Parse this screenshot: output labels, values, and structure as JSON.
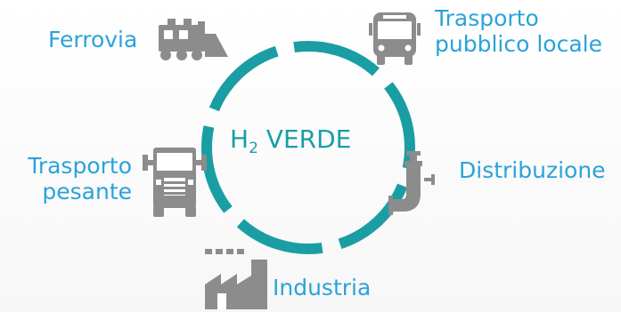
{
  "colors": {
    "ring": "#1a9ea3",
    "label": "#2aa3d9",
    "center_text": "#1a9ea3",
    "icon": "#8c8c8c"
  },
  "center": {
    "h_letter": "H",
    "subscript": "2",
    "word": "VERDE"
  },
  "sectors": {
    "ferrovia": {
      "label": "Ferrovia",
      "icon": "train-icon"
    },
    "trasporto_pubblico": {
      "line1": "Trasporto",
      "line2": "pubblico locale",
      "icon": "bus-icon"
    },
    "distribuzione": {
      "label": "Distribuzione",
      "icon": "pipe-icon"
    },
    "industria": {
      "label": "Industria",
      "icon": "factory-icon"
    },
    "trasporto_pesante": {
      "line1": "Trasporto",
      "line2": "pesante",
      "icon": "truck-icon"
    }
  }
}
